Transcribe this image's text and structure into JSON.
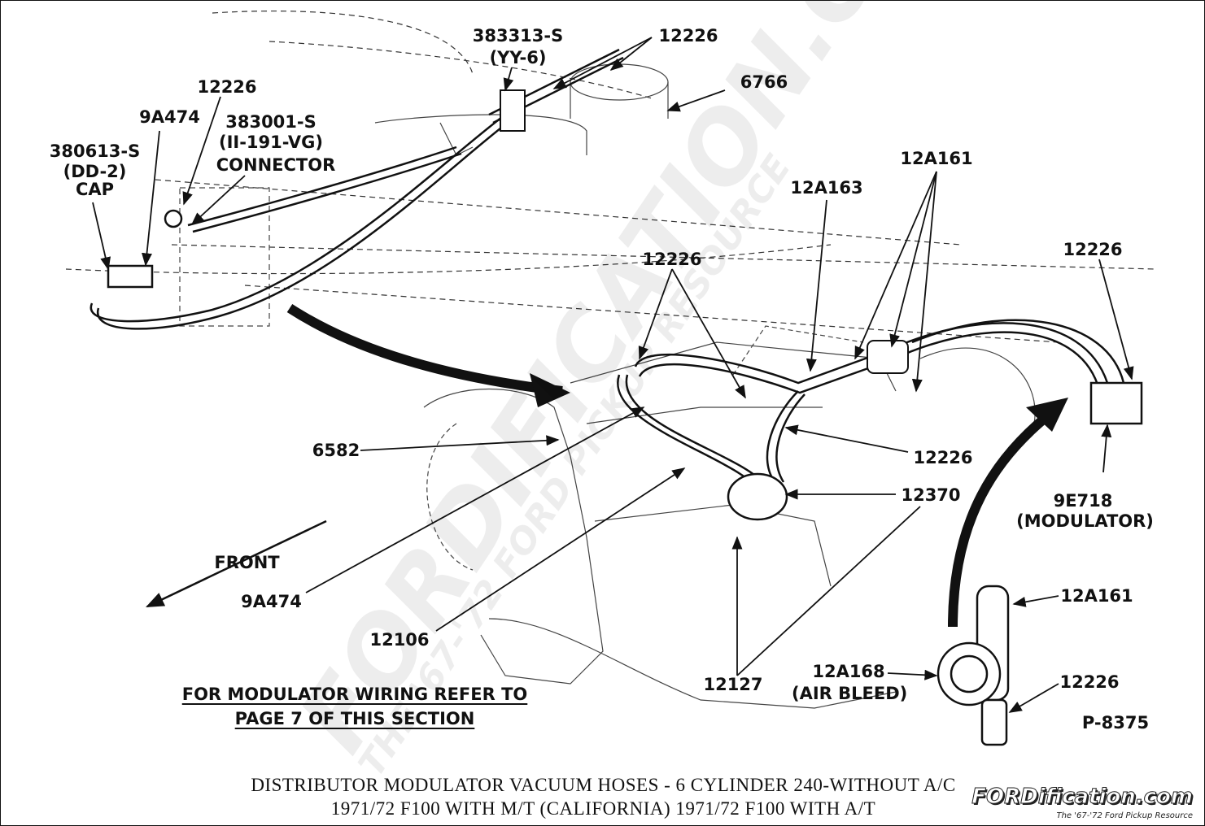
{
  "labels": {
    "top_clip_part": "383313-S",
    "top_clip_code": "(YY-6)",
    "top_hose": "12226",
    "air_cleaner": "6766",
    "left_hose": "12226",
    "left_valve": "9A474",
    "connector_part": "383001-S",
    "connector_code": "(II-191-VG)",
    "connector_word": "CONNECTOR",
    "cap_part": "380613-S",
    "cap_code": "(DD-2)",
    "cap_word": "CAP",
    "mid_hose_1": "12A163",
    "mid_bleed": "12A161",
    "center_hose": "12226",
    "right_hose": "12226",
    "carburetor": "6582",
    "lower_hose": "12226",
    "distributor_hose": "12370",
    "modulator_part": "9E718",
    "modulator_word": "(MODULATOR)",
    "front": "FRONT",
    "bottom_valve": "9A474",
    "distributor": "12106",
    "distributor_vac": "12127",
    "bleed_part": "12A161",
    "airbleed_part": "12A168",
    "airbleed_word": "(AIR BLEED)",
    "bleed_hose": "12226",
    "figure_no": "P-8375"
  },
  "note": {
    "line1": "FOR MODULATOR WIRING REFER TO",
    "line2": "PAGE 7  OF THIS SECTION"
  },
  "caption": {
    "line1": "DISTRIBUTOR MODULATOR VACUUM HOSES - 6 CYLINDER 240-WITHOUT A/C",
    "line2": "1971/72   F100 WITH M/T (CALIFORNIA)  1971/72 F100 WITH A/T"
  },
  "watermark": {
    "main": "FORDIFICATION.COM",
    "sub": "THE '67-'72 FORD PICKUP RESOURCE"
  },
  "brand": {
    "name": "FORDification.com",
    "tagline": "The '67-'72 Ford Pickup Resource"
  },
  "colors": {
    "ink": "#111111",
    "background": "#ffffff"
  }
}
